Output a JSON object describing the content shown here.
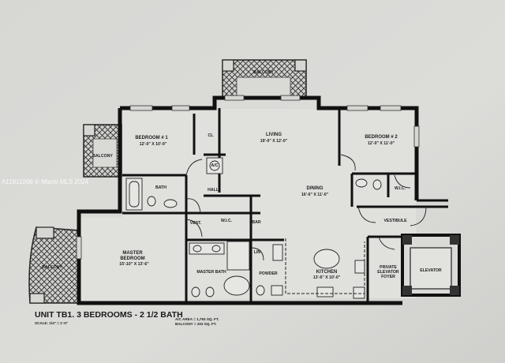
{
  "rooms": {
    "bedroom1": {
      "name": "BEDROOM # 1",
      "dims": "12'-0\" X 10'-9\""
    },
    "bedroom2": {
      "name": "BEDROOM # 2",
      "dims": "12'-0\" X 11'-0\""
    },
    "living": {
      "name": "LIVING",
      "dims": "19'-0\" X 12'-0\""
    },
    "dining": {
      "name": "DINING",
      "dims": "16'-6\" X 11'-0\""
    },
    "master": {
      "name": "MASTER",
      "name2": "BEDROOM",
      "dims": "15'-10\" X 13'-6\""
    },
    "kitchen": {
      "name": "KITCHEN",
      "dims": "13'-6\" X 10'-0\""
    },
    "balcony_top": "BALCONY",
    "balcony_left": "BALCONY",
    "balcony_bottom": "BALCONY",
    "bath": "BATH",
    "master_bath": "MASTER BATH",
    "powder": "POWDER",
    "cl": "CL",
    "ac": "A/C",
    "hall": "HALL",
    "wic_a": "W.I.C.",
    "wic_b": "W.I.C.",
    "vest": "VEST.",
    "bar": "BAR",
    "lin": "LIN",
    "vestibule": "VESTIBULE",
    "private_foyer": [
      "PRIVATE",
      "ELEVATOR",
      "FOYER"
    ],
    "elevator": "ELEVATOR"
  },
  "title": "UNIT TB1.   3 BEDROOMS - 2 1/2 BATH",
  "scale": "SCALE: 1/4\" = 1'-0\"",
  "areas": [
    "A/C AREA = 1,793 SQ. FT.",
    "BALCONY = 202 SQ. FT."
  ],
  "watermark": "A11811096 © Miami MLS 2024"
}
